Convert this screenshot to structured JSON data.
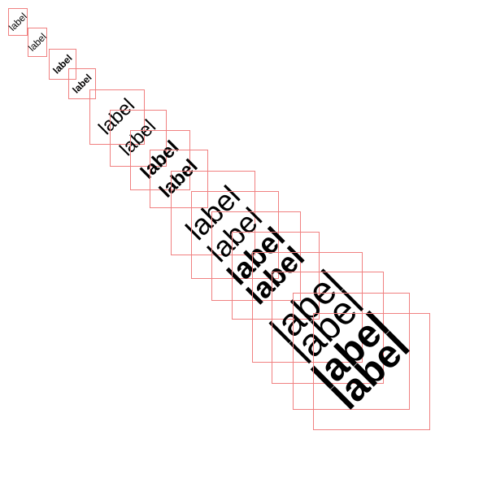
{
  "colors": {
    "background": "#ffffff",
    "box_border": "#f08080",
    "text": "#000000"
  },
  "labels": [
    {
      "text": "label",
      "weight": "normal"
    },
    {
      "text": "label",
      "weight": "normal"
    },
    {
      "text": "label",
      "weight": "bold"
    },
    {
      "text": "label",
      "weight": "bold"
    },
    {
      "text": "label",
      "weight": "normal"
    },
    {
      "text": "label",
      "weight": "normal"
    },
    {
      "text": "label",
      "weight": "bold"
    },
    {
      "text": "label",
      "weight": "bold"
    },
    {
      "text": "label",
      "weight": "normal"
    },
    {
      "text": "label",
      "weight": "normal"
    },
    {
      "text": "label",
      "weight": "bold"
    },
    {
      "text": "label",
      "weight": "bold"
    },
    {
      "text": "label",
      "weight": "normal"
    },
    {
      "text": "label",
      "weight": "normal"
    },
    {
      "text": "label",
      "weight": "bold"
    },
    {
      "text": "label",
      "weight": "bold"
    }
  ]
}
